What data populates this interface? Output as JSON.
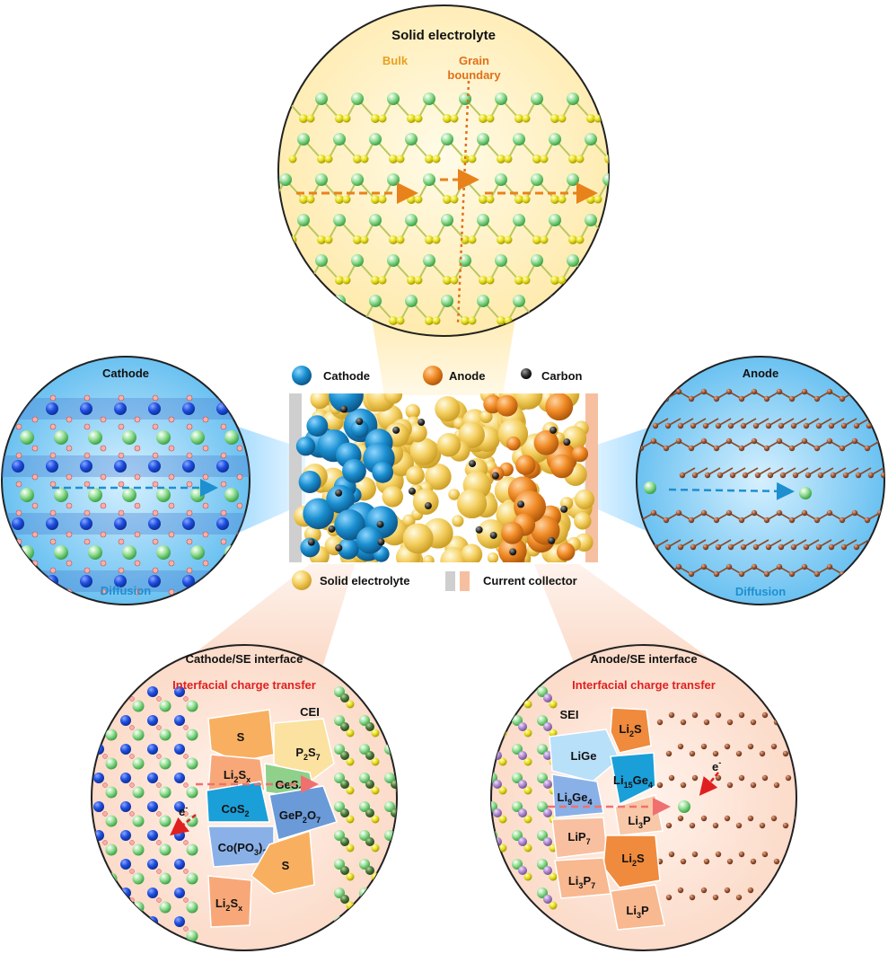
{
  "solid_electrolyte_panel": {
    "title": "Solid electrolyte",
    "bulk_label": "Bulk",
    "grain_label_line1": "Grain",
    "grain_label_line2": "boundary"
  },
  "cathode_panel": {
    "title": "Cathode",
    "diffusion_label": "Diffusion"
  },
  "anode_panel": {
    "title": "Anode",
    "diffusion_label": "Diffusion"
  },
  "legend": {
    "cathode": "Cathode",
    "anode": "Anode",
    "carbon": "Carbon",
    "solid_electrolyte": "Solid electrolyte",
    "current_collector": "Current collector"
  },
  "cathode_interface": {
    "title": "Cathode/SE interface",
    "subtitle": "Interfacial charge transfer",
    "interphase_label": "CEI",
    "electron_label": "e",
    "electron_sup": "-",
    "phases": [
      {
        "base": "S"
      },
      {
        "base": "P",
        "sub1": "2",
        "mid": "S",
        "sub2": "7"
      },
      {
        "base": "Li",
        "sub1": "2",
        "mid": "S",
        "sub2": "x"
      },
      {
        "base": "GeS",
        "sub1": "2"
      },
      {
        "base": "CoS",
        "sub1": "2"
      },
      {
        "base": "GeP",
        "sub1": "2",
        "mid": "O",
        "sub2": "7"
      },
      {
        "base": "Co(PO",
        "sub1": "3",
        "mid": ")",
        "sub2": "2"
      },
      {
        "base": "S"
      },
      {
        "base": "Li",
        "sub1": "2",
        "mid": "S",
        "sub2": "x"
      }
    ]
  },
  "anode_interface": {
    "title": "Anode/SE interface",
    "subtitle": "Interfacial charge transfer",
    "interphase_label": "SEI",
    "electron_label": "e",
    "electron_sup": "-",
    "phases": [
      {
        "base": "Li",
        "sub1": "2",
        "mid": "S"
      },
      {
        "base": "LiGe"
      },
      {
        "base": "Li",
        "sub1": "15",
        "mid": "Ge",
        "sub2": "4"
      },
      {
        "base": "Li",
        "sub1": "9",
        "mid": "Ge",
        "sub2": "4"
      },
      {
        "base": "Li",
        "sub1": "3",
        "mid": "P"
      },
      {
        "base": "LiP",
        "sub1": "7"
      },
      {
        "base": "Li",
        "sub1": "2",
        "mid": "S"
      },
      {
        "base": "Li",
        "sub1": "3",
        "mid": "P",
        "sub2": "7"
      },
      {
        "base": "Li",
        "sub1": "3",
        "mid": "P"
      }
    ]
  },
  "colors": {
    "cathode_particle": "#1a8fd0",
    "anode_particle": "#f08a24",
    "electrolyte_particle": "#f5d061",
    "carbon": "#2b2b2b",
    "current_collector_left": "#cfcfcf",
    "current_collector_right": "#f6bfa0",
    "interface_text": "#e02020",
    "diffusion_text": "#1e8fd0",
    "bulk_text": "#e8a020",
    "grain_text": "#e07018"
  }
}
